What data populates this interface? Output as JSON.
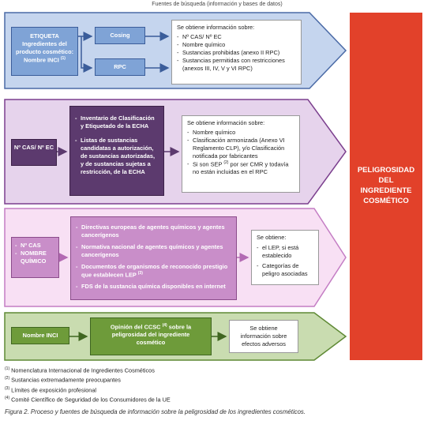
{
  "header_text": "Fuentes de búsqueda (información y bases de datos)",
  "right_panel": "PELIGROSIDAD DEL INGREDIENTE COSMÉTICO",
  "blue": {
    "input_title": "ETIQUETA",
    "input_sub": "Ingredientes del producto cosmético:",
    "input_inci": "Nombre INCI",
    "input_inci_sup": "(1)",
    "source1": "Cosing",
    "source2": "RPC",
    "result_title": "Se obtiene información sobre:",
    "result_items": [
      "Nº CAS/ Nº EC",
      "Nombre químico",
      "Sustancias prohibidas (anexo II RPC)",
      "Sustancias permitidas con restricciones (anexos III, IV, V y VI RPC)"
    ]
  },
  "purple": {
    "input": "Nº CAS/ Nº EC",
    "source_items": [
      "Inventario de Clasificación y Etiquetado de la ECHA",
      "Listas de sustancias candidatas a autorización, de sustancias autorizadas, y de sustancias sujetas a restricción, de la ECHA"
    ],
    "result_title": "Se obtiene información sobre:",
    "result_items": [
      "Nombre químico",
      "Clasificación armonizada (Anexo VI Reglamento CLP), y/o Clasificación notificada por fabricantes"
    ],
    "result_sep_pre": "Si son SEP",
    "result_sep_sup": "(2)",
    "result_sep_post": "por ser CMR y todavía no están incluidas en el RPC"
  },
  "pink": {
    "input_items": [
      "Nº CAS",
      "NOMBRE QUÍMICO"
    ],
    "source_items": [
      "Directivas europeas de agentes químicos y agentes cancerígenos",
      "Normativa nacional de agentes químicos y agentes cancerígenos"
    ],
    "source_lep_pre": "Documentos de organismos de reconocido prestigio que establecen LEP",
    "source_lep_sup": "(3)",
    "source_last": "FDS de la sustancia química disponibles en internet",
    "result_title": "Se obtiene:",
    "result_items": [
      "el LEP, si está establecido",
      "Categorías de peligro asociadas"
    ]
  },
  "green": {
    "input": "Nombre INCI",
    "source_pre": "Opinión del CCSC",
    "source_sup": "(4)",
    "source_post": "sobre la peligrosidad del ingrediente cosmético",
    "result": "Se obtiene información sobre efectos adversos"
  },
  "footnotes": [
    {
      "mark": "(1)",
      "text": "Nomenclatura Internacional de Ingredientes Cosméticos"
    },
    {
      "mark": "(2)",
      "text": "Sustancias extremadamente preocupantes"
    },
    {
      "mark": "(3)",
      "text": "Límites de exposición profesional"
    },
    {
      "mark": "(4)",
      "text": "Comité Científico de Seguridad de los Consumidores de la UE"
    }
  ],
  "caption": "Figura 2. Proceso y fuentes de búsqueda de información sobre la peligrosidad de los ingredientes cosméticos.",
  "colors": {
    "blue_band": "#c5d5ee",
    "purple_band": "#e6d3ec",
    "pink_band": "#f8e0f4",
    "green_band": "#c9dcb0",
    "red_panel": "#e2412a"
  }
}
